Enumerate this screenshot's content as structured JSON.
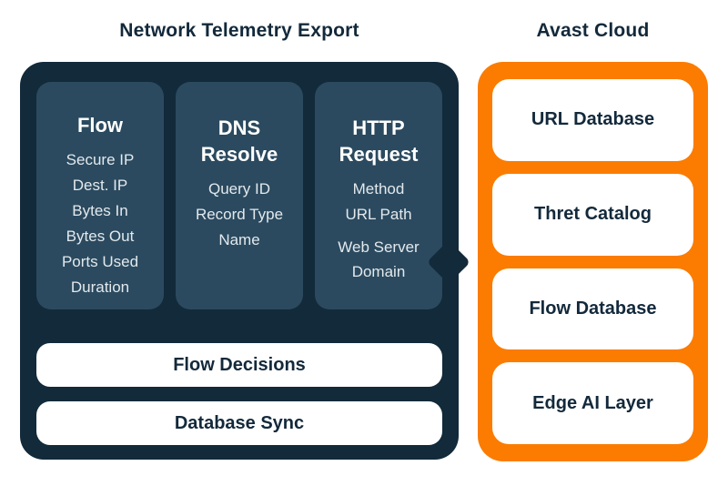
{
  "titles": {
    "left": "Network Telemetry Export",
    "right": "Avast Cloud"
  },
  "colors": {
    "navy_panel": "#122A3A",
    "slate_card": "#2B4A5F",
    "orange_panel": "#FB7C00",
    "title_text": "#13293B",
    "card_heading_text": "#FFFFFF",
    "card_list_text": "#E3E9ED"
  },
  "telemetry_panel": {
    "columns": [
      {
        "title": "Flow",
        "items": [
          "Secure IP",
          "Dest. IP",
          "Bytes In",
          "Bytes Out",
          "Ports Used",
          "Duration"
        ]
      },
      {
        "title": "DNS Resolve",
        "items": [
          "Query ID",
          "Record Type",
          "Name"
        ]
      },
      {
        "title": "HTTP Request",
        "items": [
          "Method",
          "URL Path",
          "Web Server Domain"
        ]
      }
    ],
    "bars": [
      {
        "label": "Flow Decisions"
      },
      {
        "label": "Database Sync"
      }
    ]
  },
  "cloud_panel": {
    "cards": [
      {
        "label": "URL Database"
      },
      {
        "label": "Thret Catalog"
      },
      {
        "label": "Flow Database"
      },
      {
        "label": "Edge AI Layer"
      }
    ]
  }
}
